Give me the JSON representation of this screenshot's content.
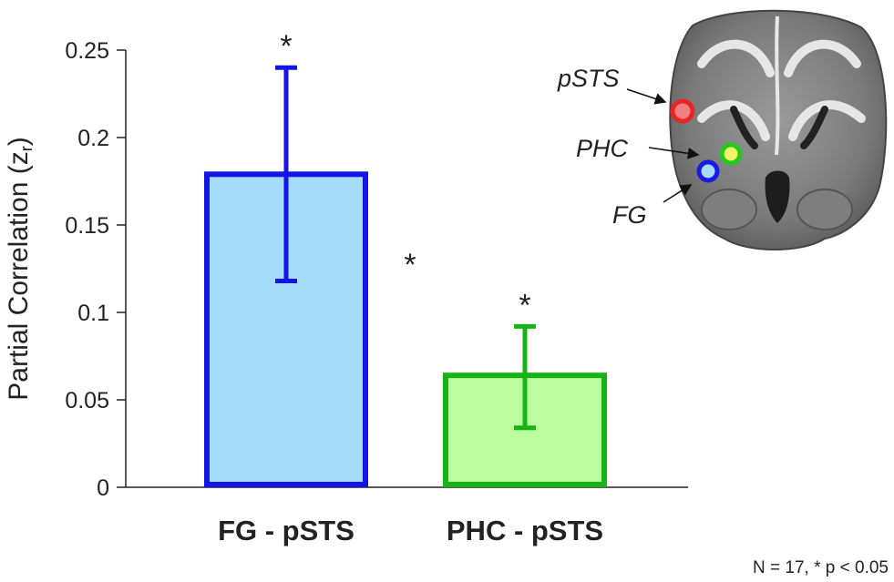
{
  "chart_data": {
    "type": "bar",
    "categories": [
      "FG - pSTS",
      "PHC - pSTS"
    ],
    "values": [
      0.179,
      0.064
    ],
    "error_low": [
      0.118,
      0.034
    ],
    "error_high": [
      0.24,
      0.092
    ],
    "ylabel": "Partial Correlation (z",
    "ylabel_sub": "r",
    "ylabel_close": ")",
    "ylim": [
      0,
      0.25
    ],
    "yticks": [
      0,
      0.05,
      0.1,
      0.15,
      0.2,
      0.25
    ],
    "ytick_labels": [
      "0",
      "0.05",
      "0.1",
      "0.15",
      "0.2",
      "0.25"
    ],
    "bar_fill": [
      "#a6dcfb",
      "#bcfca0"
    ],
    "bar_stroke": [
      "#1414e6",
      "#16b316"
    ],
    "sig_marks": [
      "*",
      "*"
    ],
    "between_sig": "*",
    "grid": false,
    "note": "N = 17, * p < 0.05",
    "inset": {
      "labels": [
        "pSTS",
        "PHC",
        "FG"
      ],
      "marker_colors": {
        "pSTS": "#e8262a",
        "PHC": "#25c81c",
        "FG": "#1b1be0"
      }
    }
  }
}
